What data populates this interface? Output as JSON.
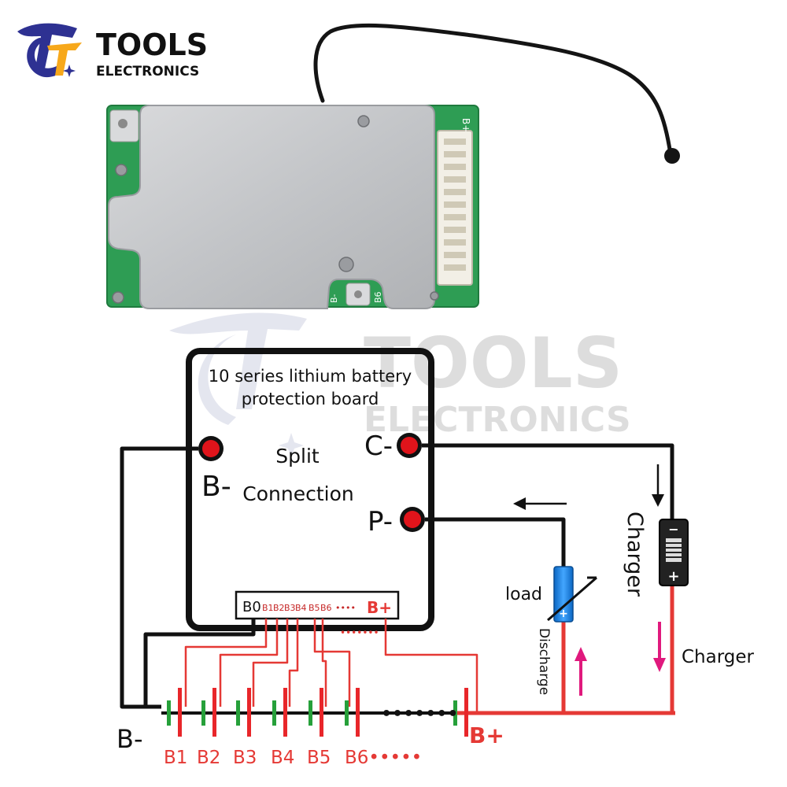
{
  "brand": {
    "name": "TOOLS",
    "sub": "ELECTRONICS",
    "logo_colors": {
      "blue": "#2e3192",
      "orange": "#f7a81b"
    }
  },
  "pcb": {
    "silk_b_plus": "B+",
    "silk_b_minus": "B-",
    "silk_b6": "B6"
  },
  "board": {
    "title_line1": "10 series lithium battery",
    "title_line2": "protection board",
    "split_line1": "Split",
    "split_line2": "Connection",
    "b_minus": "B-",
    "c_minus": "C-",
    "p_minus": "P-"
  },
  "connector": {
    "b0": "B0",
    "pins": [
      "B1",
      "B2",
      "B3",
      "B4",
      "B5",
      "B6"
    ],
    "dots": "••••",
    "b_plus": "B+"
  },
  "cells": {
    "labels": [
      "B1",
      "B2",
      "B3",
      "B4",
      "B5",
      "B6•••••"
    ],
    "b_minus": "B-",
    "b_plus": "B+",
    "dots": "•••••••"
  },
  "load": {
    "label": "load",
    "discharge": "Discharge",
    "plus": "+"
  },
  "charger": {
    "label": "Charger",
    "side_label": "Charger",
    "minus": "−",
    "plus": "+"
  },
  "colors": {
    "wire_black": "#111111",
    "wire_red": "#e53935",
    "terminal_red": "#e0141b",
    "arrow_pink": "#e0197d",
    "cell_red": "#e8262a",
    "cell_green": "#26a03a"
  }
}
